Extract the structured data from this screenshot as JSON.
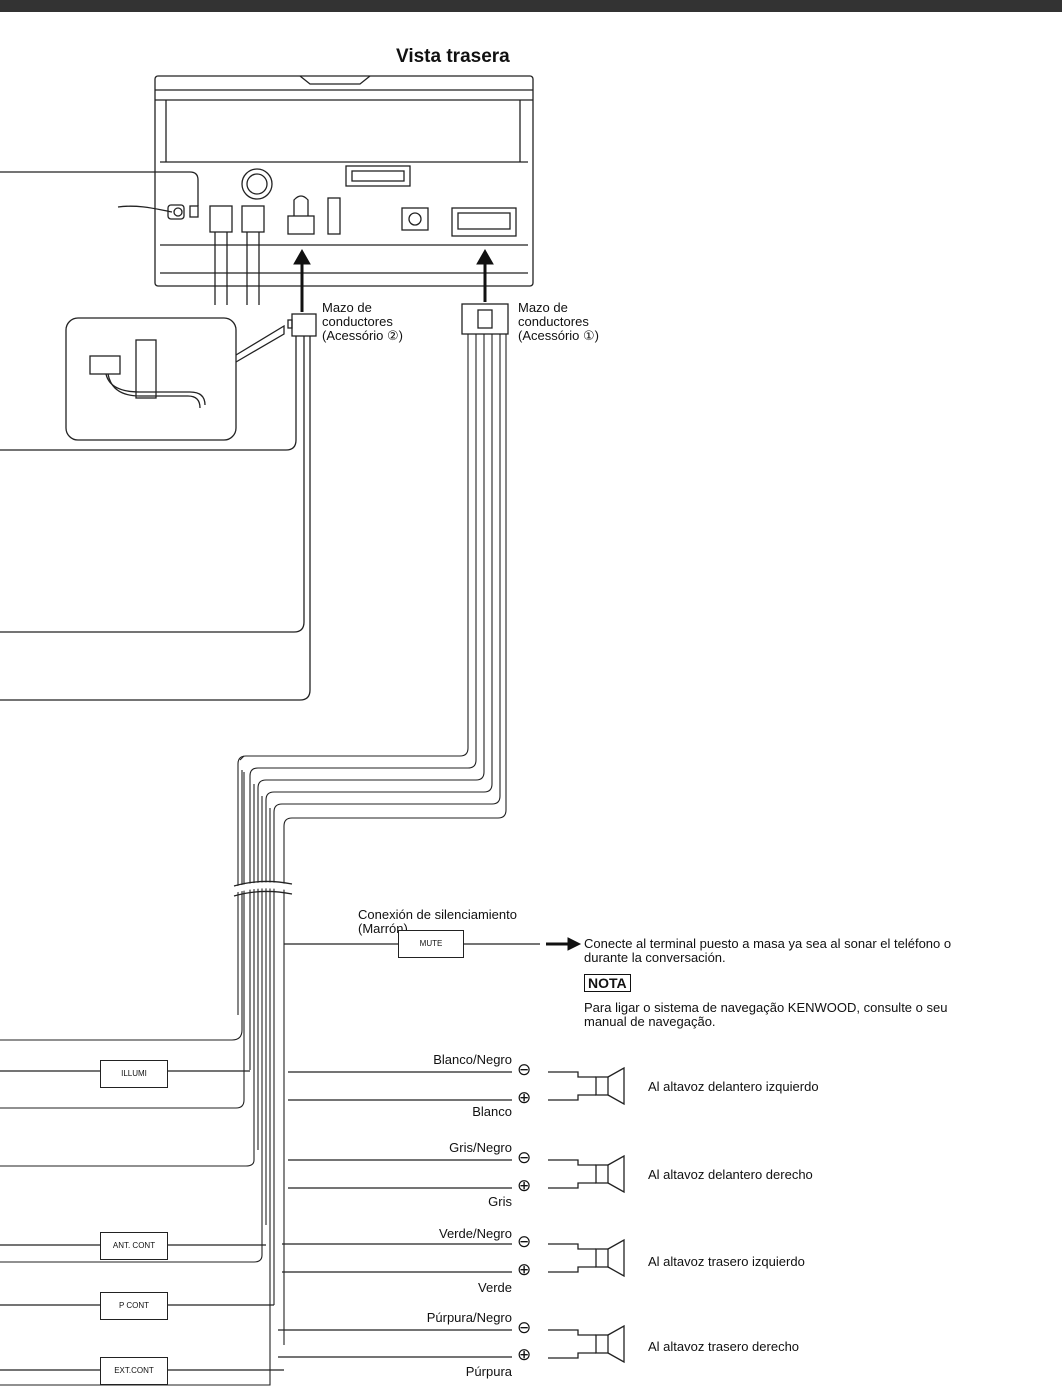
{
  "title": "Vista trasera",
  "connectors": {
    "harness2": {
      "line1": "Mazo de",
      "line2": "conductores",
      "line3": "(Acessório ②)"
    },
    "harness1": {
      "line1": "Mazo de",
      "line2": "conductores",
      "line3": "(Acessório ①)"
    }
  },
  "mute": {
    "caption1": "Conexión de silenciamiento",
    "caption2": "(Marrón)",
    "box": "MUTE",
    "note1": "Conecte al terminal puesto a masa ya sea al sonar el teléfono o",
    "note2": "durante la conversación."
  },
  "nota": {
    "label": "NOTA",
    "line1": "Para ligar o sistema de navegação KENWOOD, consulte o seu",
    "line2": "manual de navegação."
  },
  "left_boxes": {
    "illumi": "ILLUMI",
    "ant": "ANT. CONT",
    "pcont": "P CONT",
    "ext": "EXT.CONT"
  },
  "speakers": [
    {
      "neg": "Blanco/Negro",
      "pos": "Blanco",
      "label": "Al altavoz delantero izquierdo"
    },
    {
      "neg": "Gris/Negro",
      "pos": "Gris",
      "label": "Al altavoz delantero derecho"
    },
    {
      "neg": "Verde/Negro",
      "pos": "Verde",
      "label": "Al altavoz trasero izquierdo"
    },
    {
      "neg": "Púrpura/Negro",
      "pos": "Púrpura",
      "label": "Al altavoz trasero derecho"
    }
  ],
  "symbols": {
    "minus": "⊖",
    "plus": "⊕"
  }
}
